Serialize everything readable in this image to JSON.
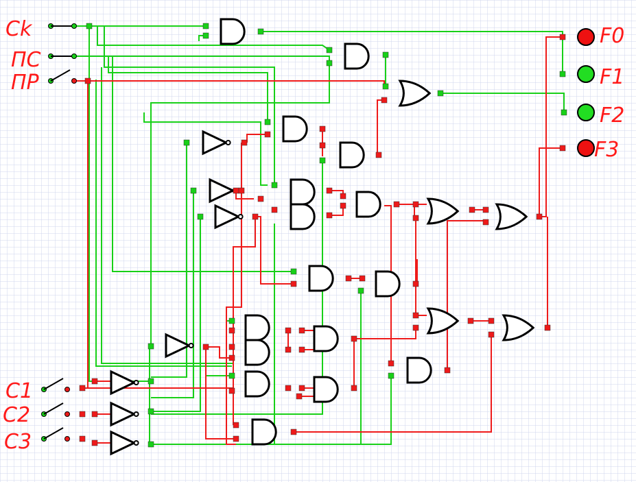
{
  "colors": {
    "high": "#18d018",
    "low": "#ee1a1a",
    "grid": "#cfd6ee",
    "lamp_on": "#22dd22",
    "lamp_off": "#ee1111",
    "label": "#ff1a1a"
  },
  "inputs": {
    "ck": {
      "label": "Ck",
      "state": "high"
    },
    "ps": {
      "label": "ПС",
      "state": "high"
    },
    "pr": {
      "label": "ПР",
      "state": "low"
    },
    "c1": {
      "label": "C1",
      "state": "low"
    },
    "c2": {
      "label": "C2",
      "state": "low"
    },
    "c3": {
      "label": "C3",
      "state": "low"
    }
  },
  "outputs": {
    "f0": {
      "label": "F0",
      "state": "off"
    },
    "f1": {
      "label": "F1",
      "state": "on"
    },
    "f2": {
      "label": "F2",
      "state": "on"
    },
    "f3": {
      "label": "F3",
      "state": "off"
    }
  },
  "icons": {
    "and": "and-gate-icon",
    "or": "or-gate-icon",
    "not": "not-gate-icon",
    "switch": "switch-icon",
    "lamp": "lamp-icon"
  }
}
